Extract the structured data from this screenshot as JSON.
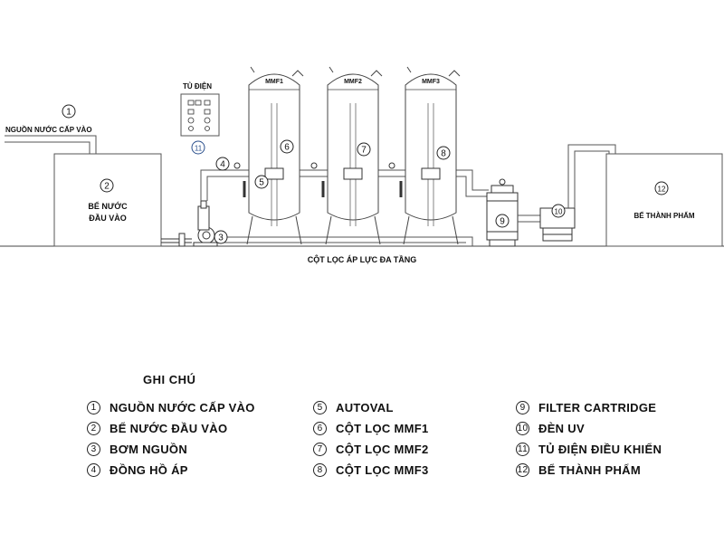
{
  "diagram": {
    "labels": {
      "source": "NGUỒN NƯỚC CẤP VÀO",
      "tank_in_line1": "BỂ NƯỚC",
      "tank_in_line2": "ĐẦU VÀO",
      "control_panel": "TỦ ĐIỆN",
      "mmf1": "MMF1",
      "mmf2": "MMF2",
      "mmf3": "MMF3",
      "product_tank": "BỂ THÀNH PHẨM",
      "caption": "CỘT LỌC ÁP LỰC ĐA TẦNG"
    },
    "markers": [
      "1",
      "2",
      "3",
      "4",
      "5",
      "6",
      "7",
      "8",
      "9",
      "10",
      "11",
      "12"
    ]
  },
  "legend": {
    "title": "GHI CHÚ",
    "items": [
      {
        "num": "1",
        "text": "NGUỒN NƯỚC CẤP VÀO"
      },
      {
        "num": "2",
        "text": "BỂ NƯỚC ĐẦU VÀO"
      },
      {
        "num": "3",
        "text": "BƠM NGUỒN"
      },
      {
        "num": "4",
        "text": "ĐỒNG HỒ ÁP"
      },
      {
        "num": "5",
        "text": "AUTOVAL"
      },
      {
        "num": "6",
        "text": "CỘT LỌC MMF1"
      },
      {
        "num": "7",
        "text": "CỘT LỌC MMF2"
      },
      {
        "num": "8",
        "text": "CỘT LỌC MMF3"
      },
      {
        "num": "9",
        "text": "FILTER CARTRIDGE"
      },
      {
        "num": "10",
        "text": "ĐÈN UV"
      },
      {
        "num": "11",
        "text": "TỦ ĐIỆN ĐIỀU KHIỂN"
      },
      {
        "num": "12",
        "text": "BỂ THÀNH PHẨM"
      }
    ]
  }
}
